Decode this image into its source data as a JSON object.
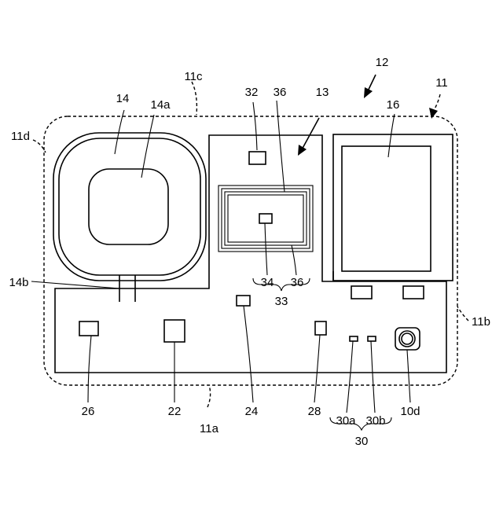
{
  "labels": {
    "l10d": "10d",
    "l11": "11",
    "l11a": "11a",
    "l11b": "11b",
    "l11c": "11c",
    "l11d": "11d",
    "l12": "12",
    "l13": "13",
    "l14": "14",
    "l14a": "14a",
    "l14b": "14b",
    "l16": "16",
    "l22": "22",
    "l24": "24",
    "l26": "26",
    "l28": "28",
    "l30": "30",
    "l30a": "30a",
    "l30b": "30b",
    "l32": "32",
    "l33": "33",
    "l34": "34",
    "l36_top": "36",
    "l36_bottom": "36"
  }
}
